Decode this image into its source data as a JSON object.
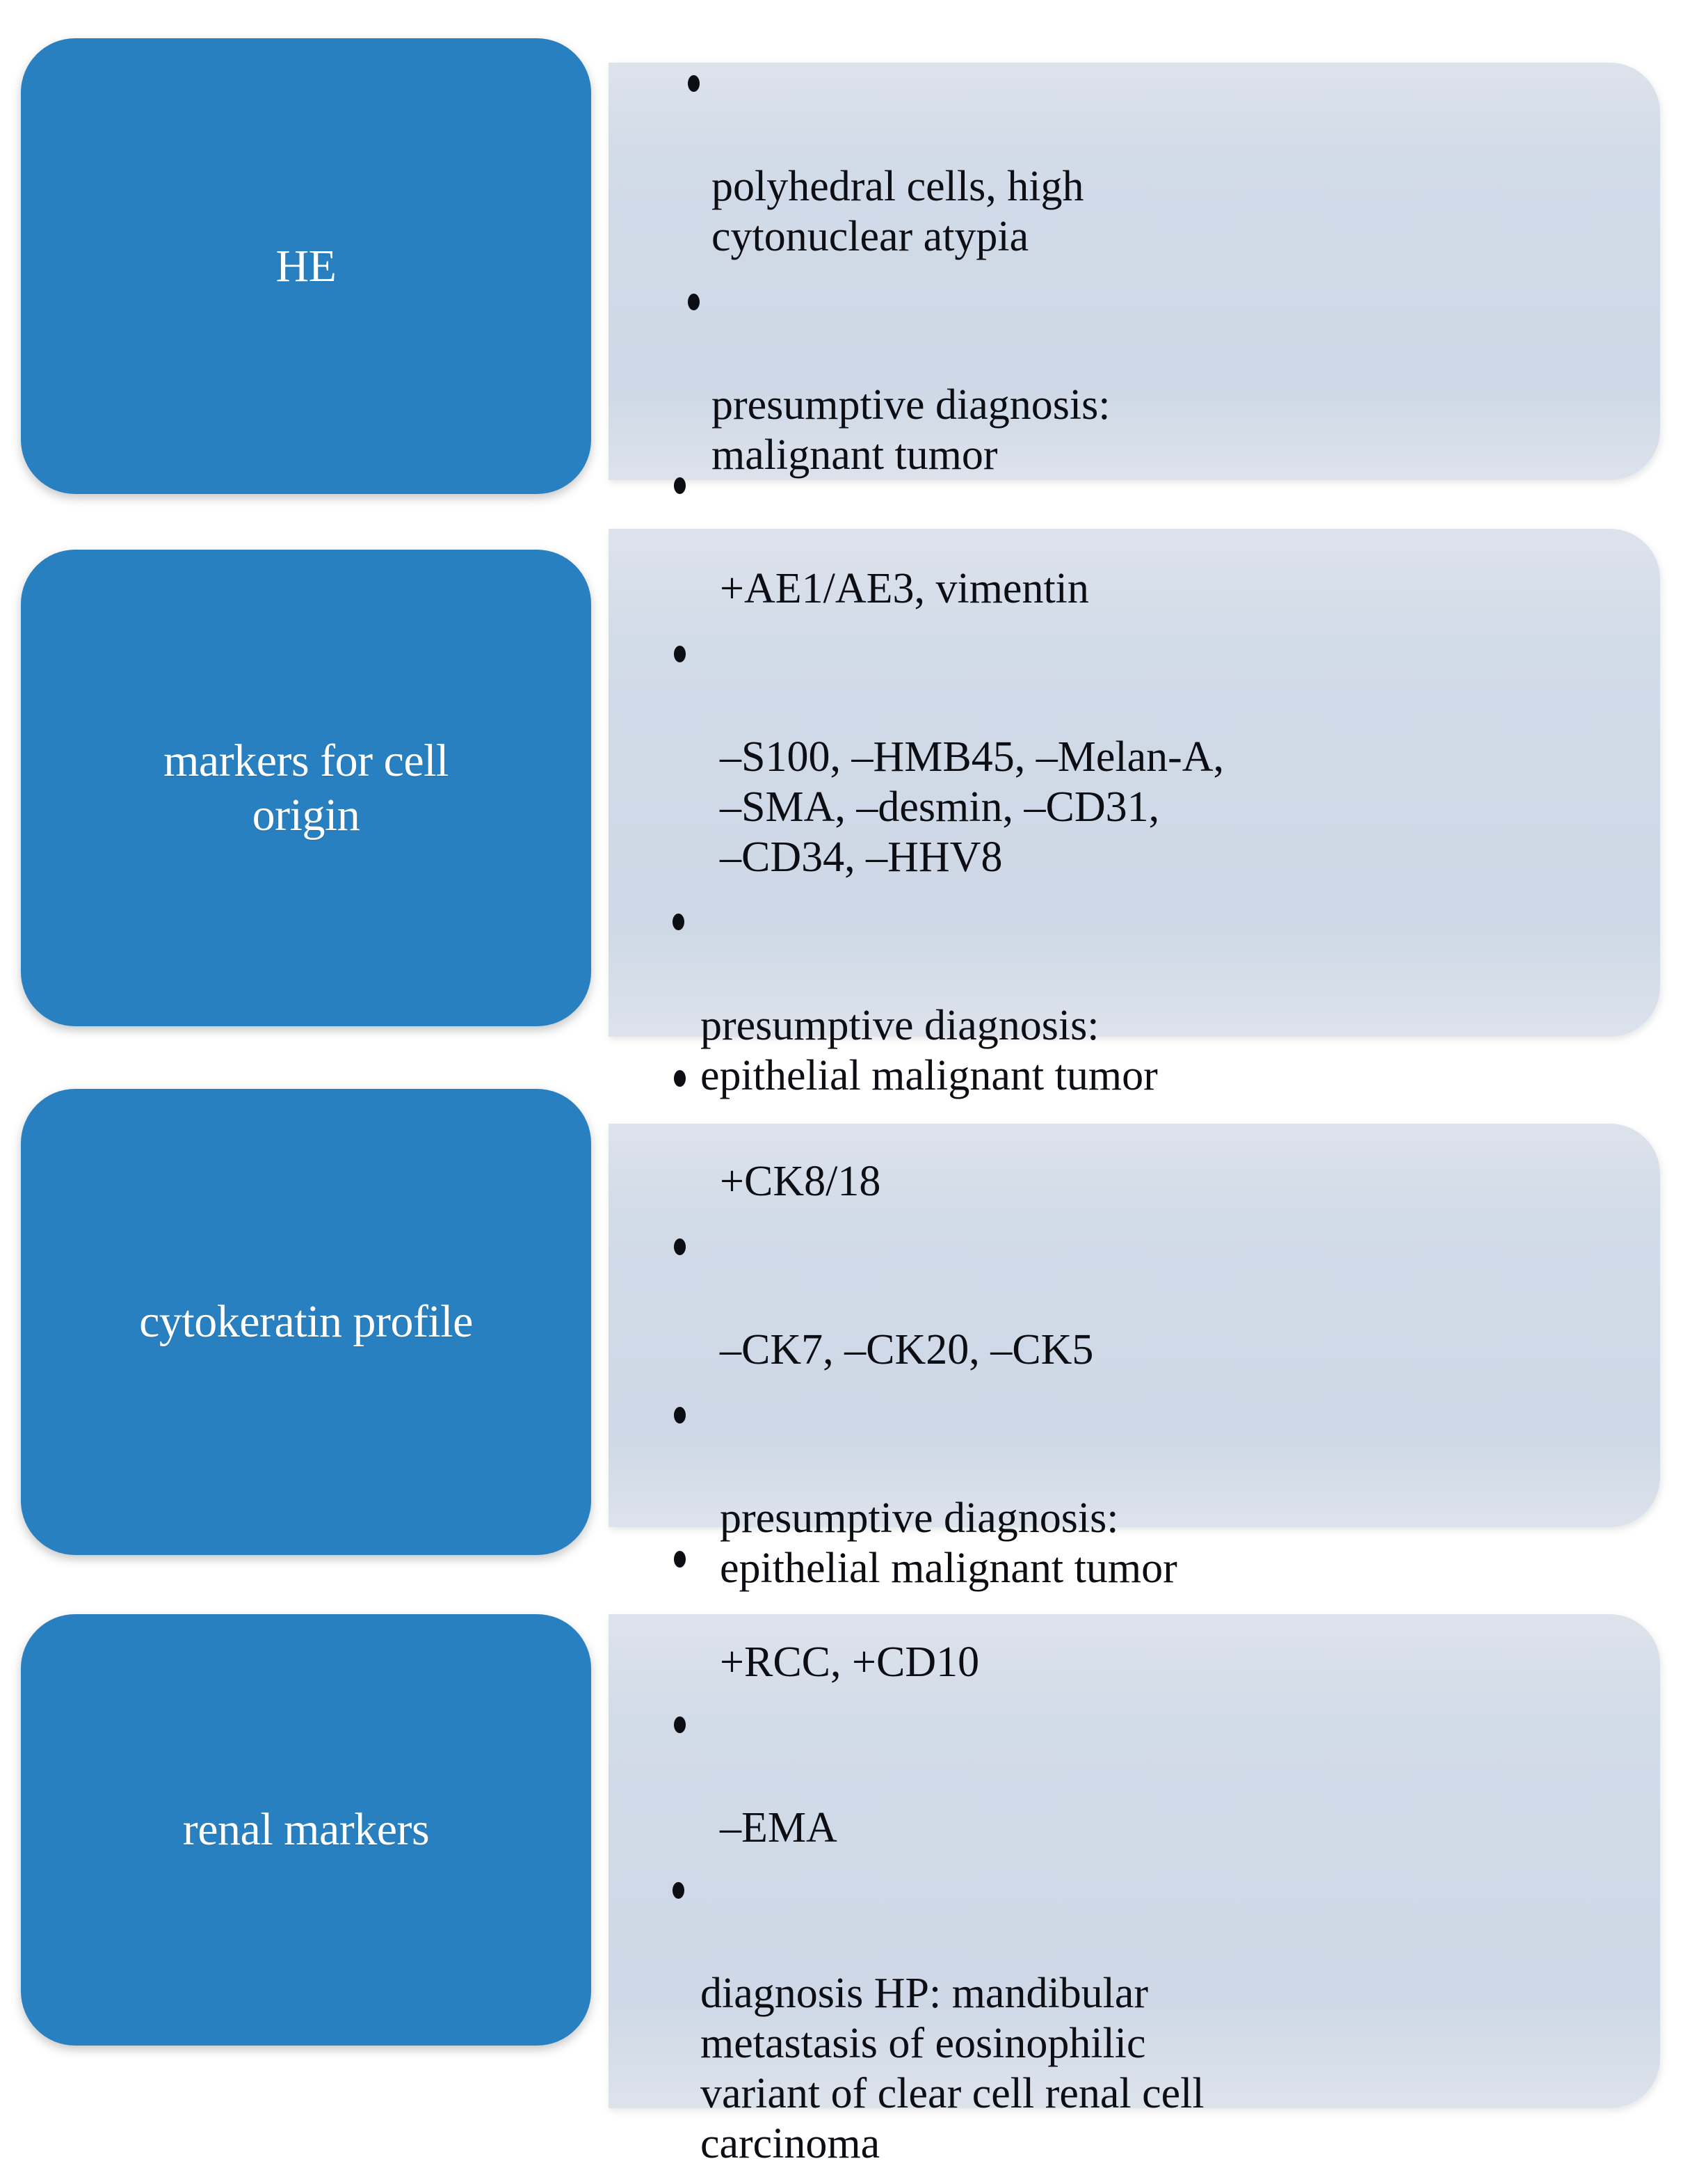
{
  "diagram": {
    "title": "Immunohistochemical diagnostic workup flow",
    "colors": {
      "label_box": "#2980c0",
      "label_text": "#ffffff",
      "panel_background": "#d2dbe8",
      "panel_text": "#0d0d14",
      "page_background": "#ffffff"
    },
    "rows": [
      {
        "label": "HE",
        "bullet_style": "tight",
        "bullets": [
          "polyhedral cells, high\ncytonuclear atypia",
          "presumptive diagnosis:\nmalignant tumor"
        ]
      },
      {
        "label": "markers for cell\norigin",
        "bullet_style": "spaced",
        "bullets": [
          "+AE1/AE3, vimentin",
          "–S100, –HMB45, –Melan-A,\n–SMA, –desmin, –CD31,\n–CD34, –HHV8",
          "presumptive diagnosis:\nepithelial malignant tumor"
        ]
      },
      {
        "label": "cytokeratin profile",
        "bullet_style": "spaced",
        "bullets": [
          "+CK8/18",
          "–CK7, –CK20, –CK5",
          "presumptive diagnosis:\nepithelial malignant tumor"
        ]
      },
      {
        "label": "renal markers",
        "bullet_style": "spaced",
        "bullets": [
          "+RCC, +CD10",
          "–EMA",
          "diagnosis HP: mandibular\nmetastasis of eosinophilic\nvariant of clear cell renal cell\ncarcinoma"
        ]
      }
    ]
  }
}
